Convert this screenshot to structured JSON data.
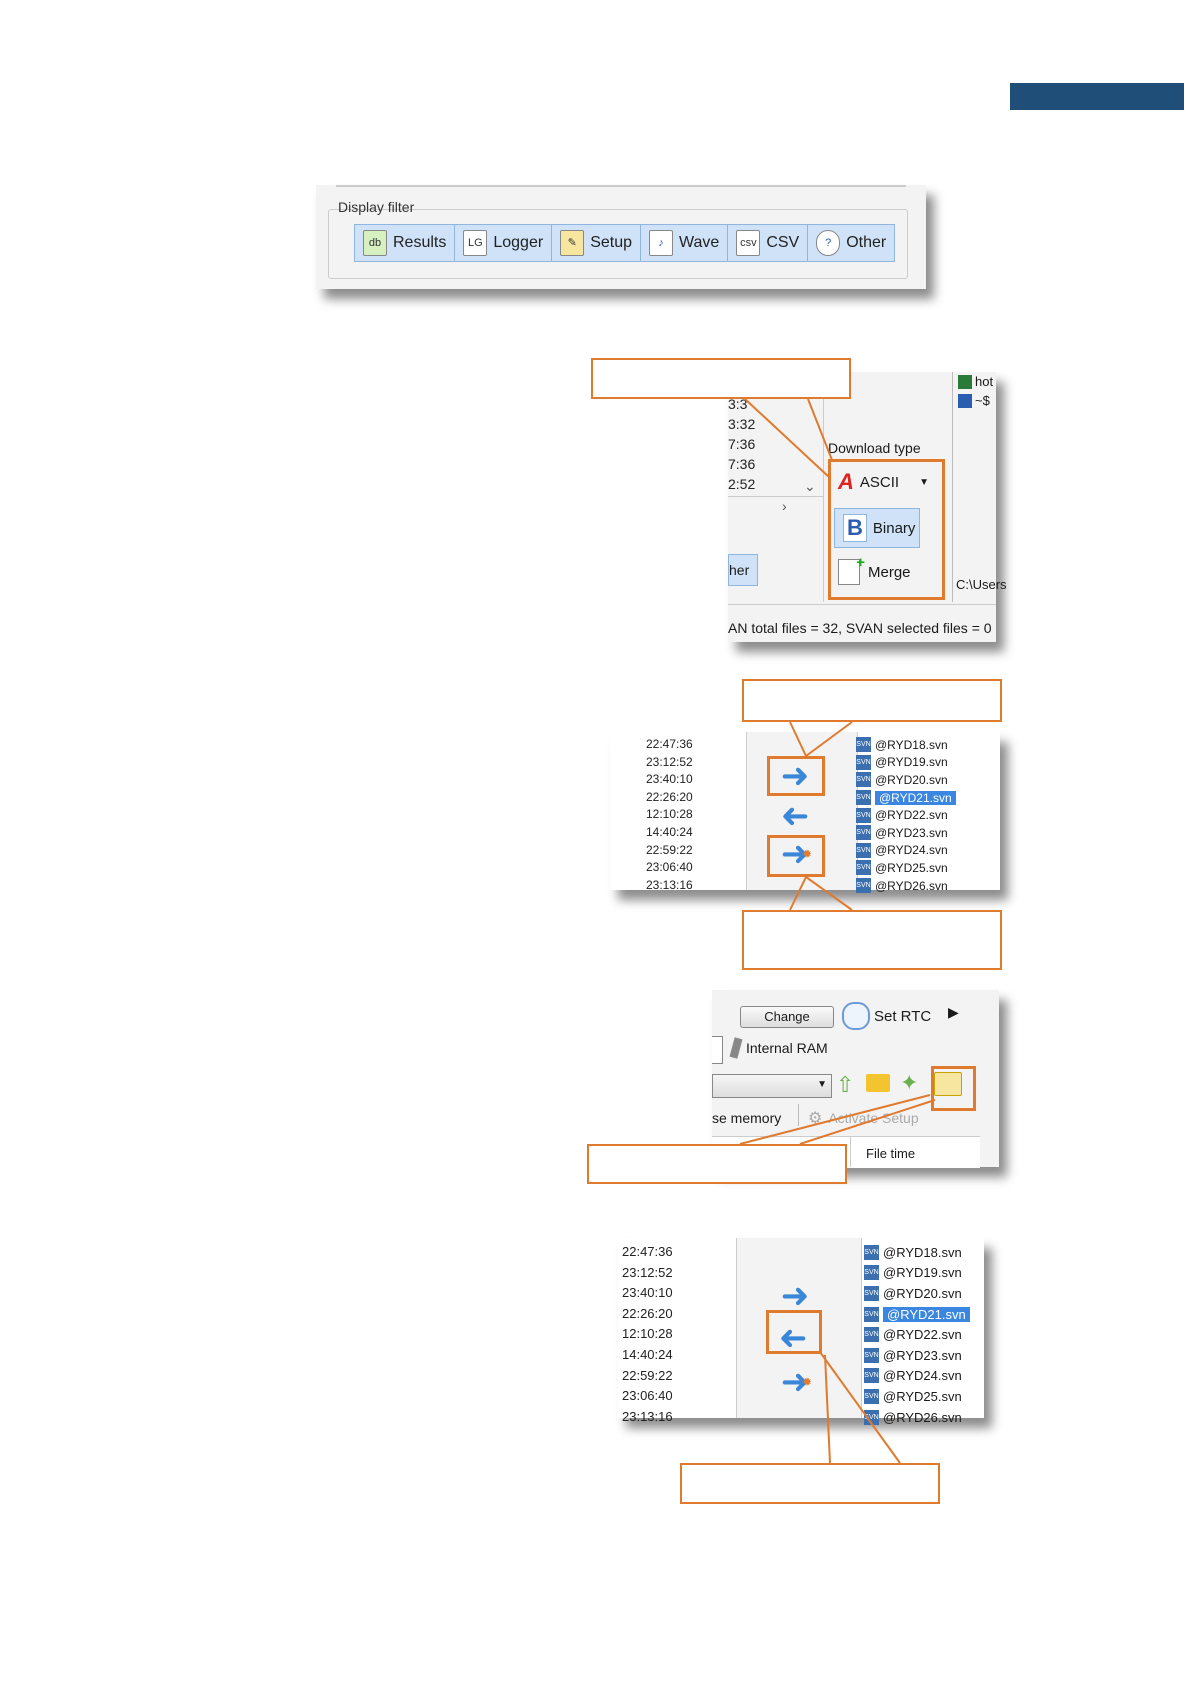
{
  "display_filter": {
    "title": "Display filter",
    "buttons": [
      {
        "label": "Results",
        "icon": "results-icon"
      },
      {
        "label": "Logger",
        "icon": "logger-icon"
      },
      {
        "label": "Setup",
        "icon": "setup-icon"
      },
      {
        "label": "Wave",
        "icon": "wave-icon"
      },
      {
        "label": "CSV",
        "icon": "csv-icon"
      },
      {
        "label": "Other",
        "icon": "other-icon"
      }
    ]
  },
  "download": {
    "times": [
      "3:3",
      "3:32",
      "7:36",
      "7:36",
      "2:52"
    ],
    "title": "Download type",
    "ascii": "ASCII",
    "binary": "Binary",
    "merge": "Merge",
    "other_tab": "her",
    "files": [
      "hot",
      "~$"
    ],
    "path": "C:\\Users",
    "status": "AN total files = 32, SVAN selected files = 0"
  },
  "transfer1": {
    "times": [
      "22:47:36",
      "23:12:52",
      "23:40:10",
      "22:26:20",
      "12:10:28",
      "14:40:24",
      "22:59:22",
      "23:06:40",
      "23:13:16"
    ],
    "files": [
      "@RYD18.svn",
      "@RYD19.svn",
      "@RYD20.svn",
      "@RYD21.svn",
      "@RYD22.svn",
      "@RYD23.svn",
      "@RYD24.svn",
      "@RYD25.svn",
      "@RYD26.svn"
    ],
    "selected_index": 3
  },
  "memory": {
    "change": "Change",
    "set_rtc": "Set RTC",
    "internal_ram": "Internal RAM",
    "use_memory": "se memory",
    "activate_setup": "Activate Setup",
    "file_time": "File time"
  },
  "transfer2": {
    "times": [
      "22:47:36",
      "23:12:52",
      "23:40:10",
      "22:26:20",
      "12:10:28",
      "14:40:24",
      "22:59:22",
      "23:06:40",
      "23:13:16"
    ],
    "files": [
      "@RYD18.svn",
      "@RYD19.svn",
      "@RYD20.svn",
      "@RYD21.svn",
      "@RYD22.svn",
      "@RYD23.svn",
      "@RYD24.svn",
      "@RYD25.svn",
      "@RYD26.svn"
    ],
    "selected_index": 3
  },
  "colors": {
    "accent": "#e07a2e",
    "header": "#1f4e79",
    "selection": "#3a86e0"
  }
}
